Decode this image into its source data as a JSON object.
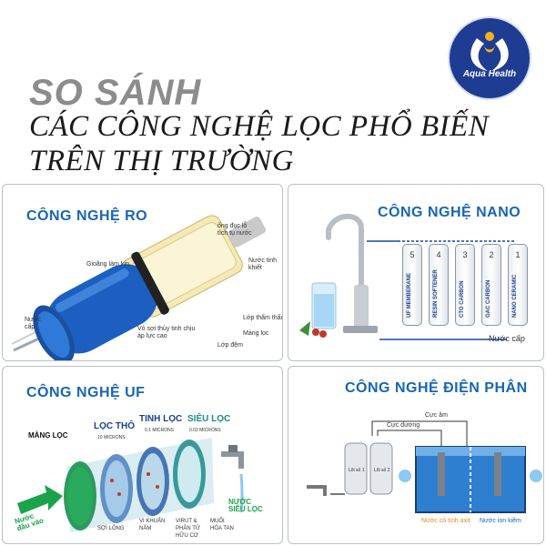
{
  "header": {
    "title_line1": "SO SÁNH",
    "title_line2": "CÁC CÔNG NGHỆ LỌC PHỔ BIẾN",
    "title_line3": "TRÊN THỊ TRƯỜNG"
  },
  "logo": {
    "text": "Aqua Health",
    "color": "#1f3c93"
  },
  "panels": {
    "ro": {
      "title": "CÔNG NGHỆ RO",
      "labels": {
        "inlet_pipe": "ống đục lỗ\ntích tụ nước",
        "gasket": "Gioăng làm kín",
        "pure_water": "Nước tinh\nkhiết",
        "feed_water": "Nước\ncấp",
        "permeate_layer": "Lớp thẩm thấu",
        "fiberglass": "Vỏ sợi thủy tinh chịu\náp lực cao",
        "membrane_filter": "Màng lọc",
        "spacer": "Lớp đệm"
      }
    },
    "nano": {
      "title": "CÔNG NGHỆ NANO",
      "cartridges": [
        {
          "number": "5",
          "name": "UF MEMBERANE"
        },
        {
          "number": "4",
          "name": "RESIN SOFTENER"
        },
        {
          "number": "3",
          "name": "CTO CARBON"
        },
        {
          "number": "2",
          "name": "GAC CARBON"
        },
        {
          "number": "1",
          "name": "NANO CERAMIC"
        }
      ],
      "feed_label": "Nước cấp"
    },
    "uf": {
      "title": "CÔNG NGHỆ UF",
      "labels": {
        "membrane": "MÀNG LỌC",
        "coarse": "LỌC THÔ",
        "coarse_size": "10 MICRONS",
        "fine": "TINH LỌC",
        "fine_size": "0.1 MICRONS",
        "ultra": "SIÊU LỌC",
        "ultra_size": "0.02 MICRONS",
        "inlet": "Nước\nđầu vào",
        "outlet": "NƯỚC\nSIÊU LỌC",
        "fiber": "SỢI LÔNG",
        "bacteria": "VI KHUẨN\nNẤM",
        "virus": "VIRUT & \nPHÂN TỬ\nHỮU CƠ",
        "salt": "MUỐI\nHÒA TAN"
      }
    },
    "electro": {
      "title": "CÔNG NGHỆ ĐIỆN PHÂN",
      "labels": {
        "cathode": "Cực âm",
        "anode": "Cực dương",
        "filter1": "Lõi số 1",
        "filter2": "Lõi số 2",
        "acid_water": "Nước có tính axit",
        "alkaline_water": "Nước ion kiềm"
      }
    }
  },
  "colors": {
    "accent": "#1766b4",
    "title_grey": "#8c8c8c",
    "border": "#b9c0c8",
    "ro_membrane": "#1d5fc0",
    "uf_green": "#1aa34a"
  }
}
